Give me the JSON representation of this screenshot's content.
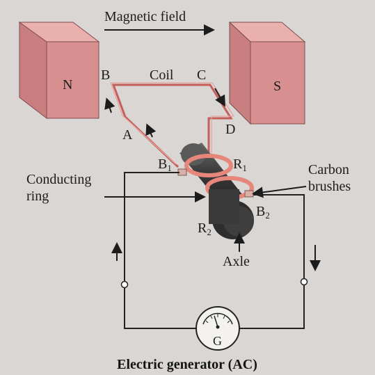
{
  "title": "Electric generator (AC)",
  "labels": {
    "magnetic_field": "Magnetic field",
    "north": "N",
    "south": "S",
    "coil": "Coil",
    "point_a": "A",
    "point_b": "B",
    "point_c": "C",
    "point_d": "D",
    "brush_b1_main": "B",
    "brush_b1_sub": "1",
    "brush_b2_main": "B",
    "brush_b2_sub": "2",
    "ring_r1_main": "R",
    "ring_r1_sub": "1",
    "ring_r2_main": "R",
    "ring_r2_sub": "2",
    "conducting_ring_line1": "Conducting",
    "conducting_ring_line2": "ring",
    "carbon_brushes_line1": "Carbon",
    "carbon_brushes_line2": "brushes",
    "axle": "Axle",
    "galvanometer": "G"
  },
  "colors": {
    "background": "#d9d6d3",
    "magnet_front": "#d88f8f",
    "magnet_side": "#c97f7f",
    "magnet_top": "#eab0ae",
    "coil": "#c4605c",
    "ring": "#e7877c",
    "axle": "#3e3e3e",
    "wire": "#222222"
  }
}
